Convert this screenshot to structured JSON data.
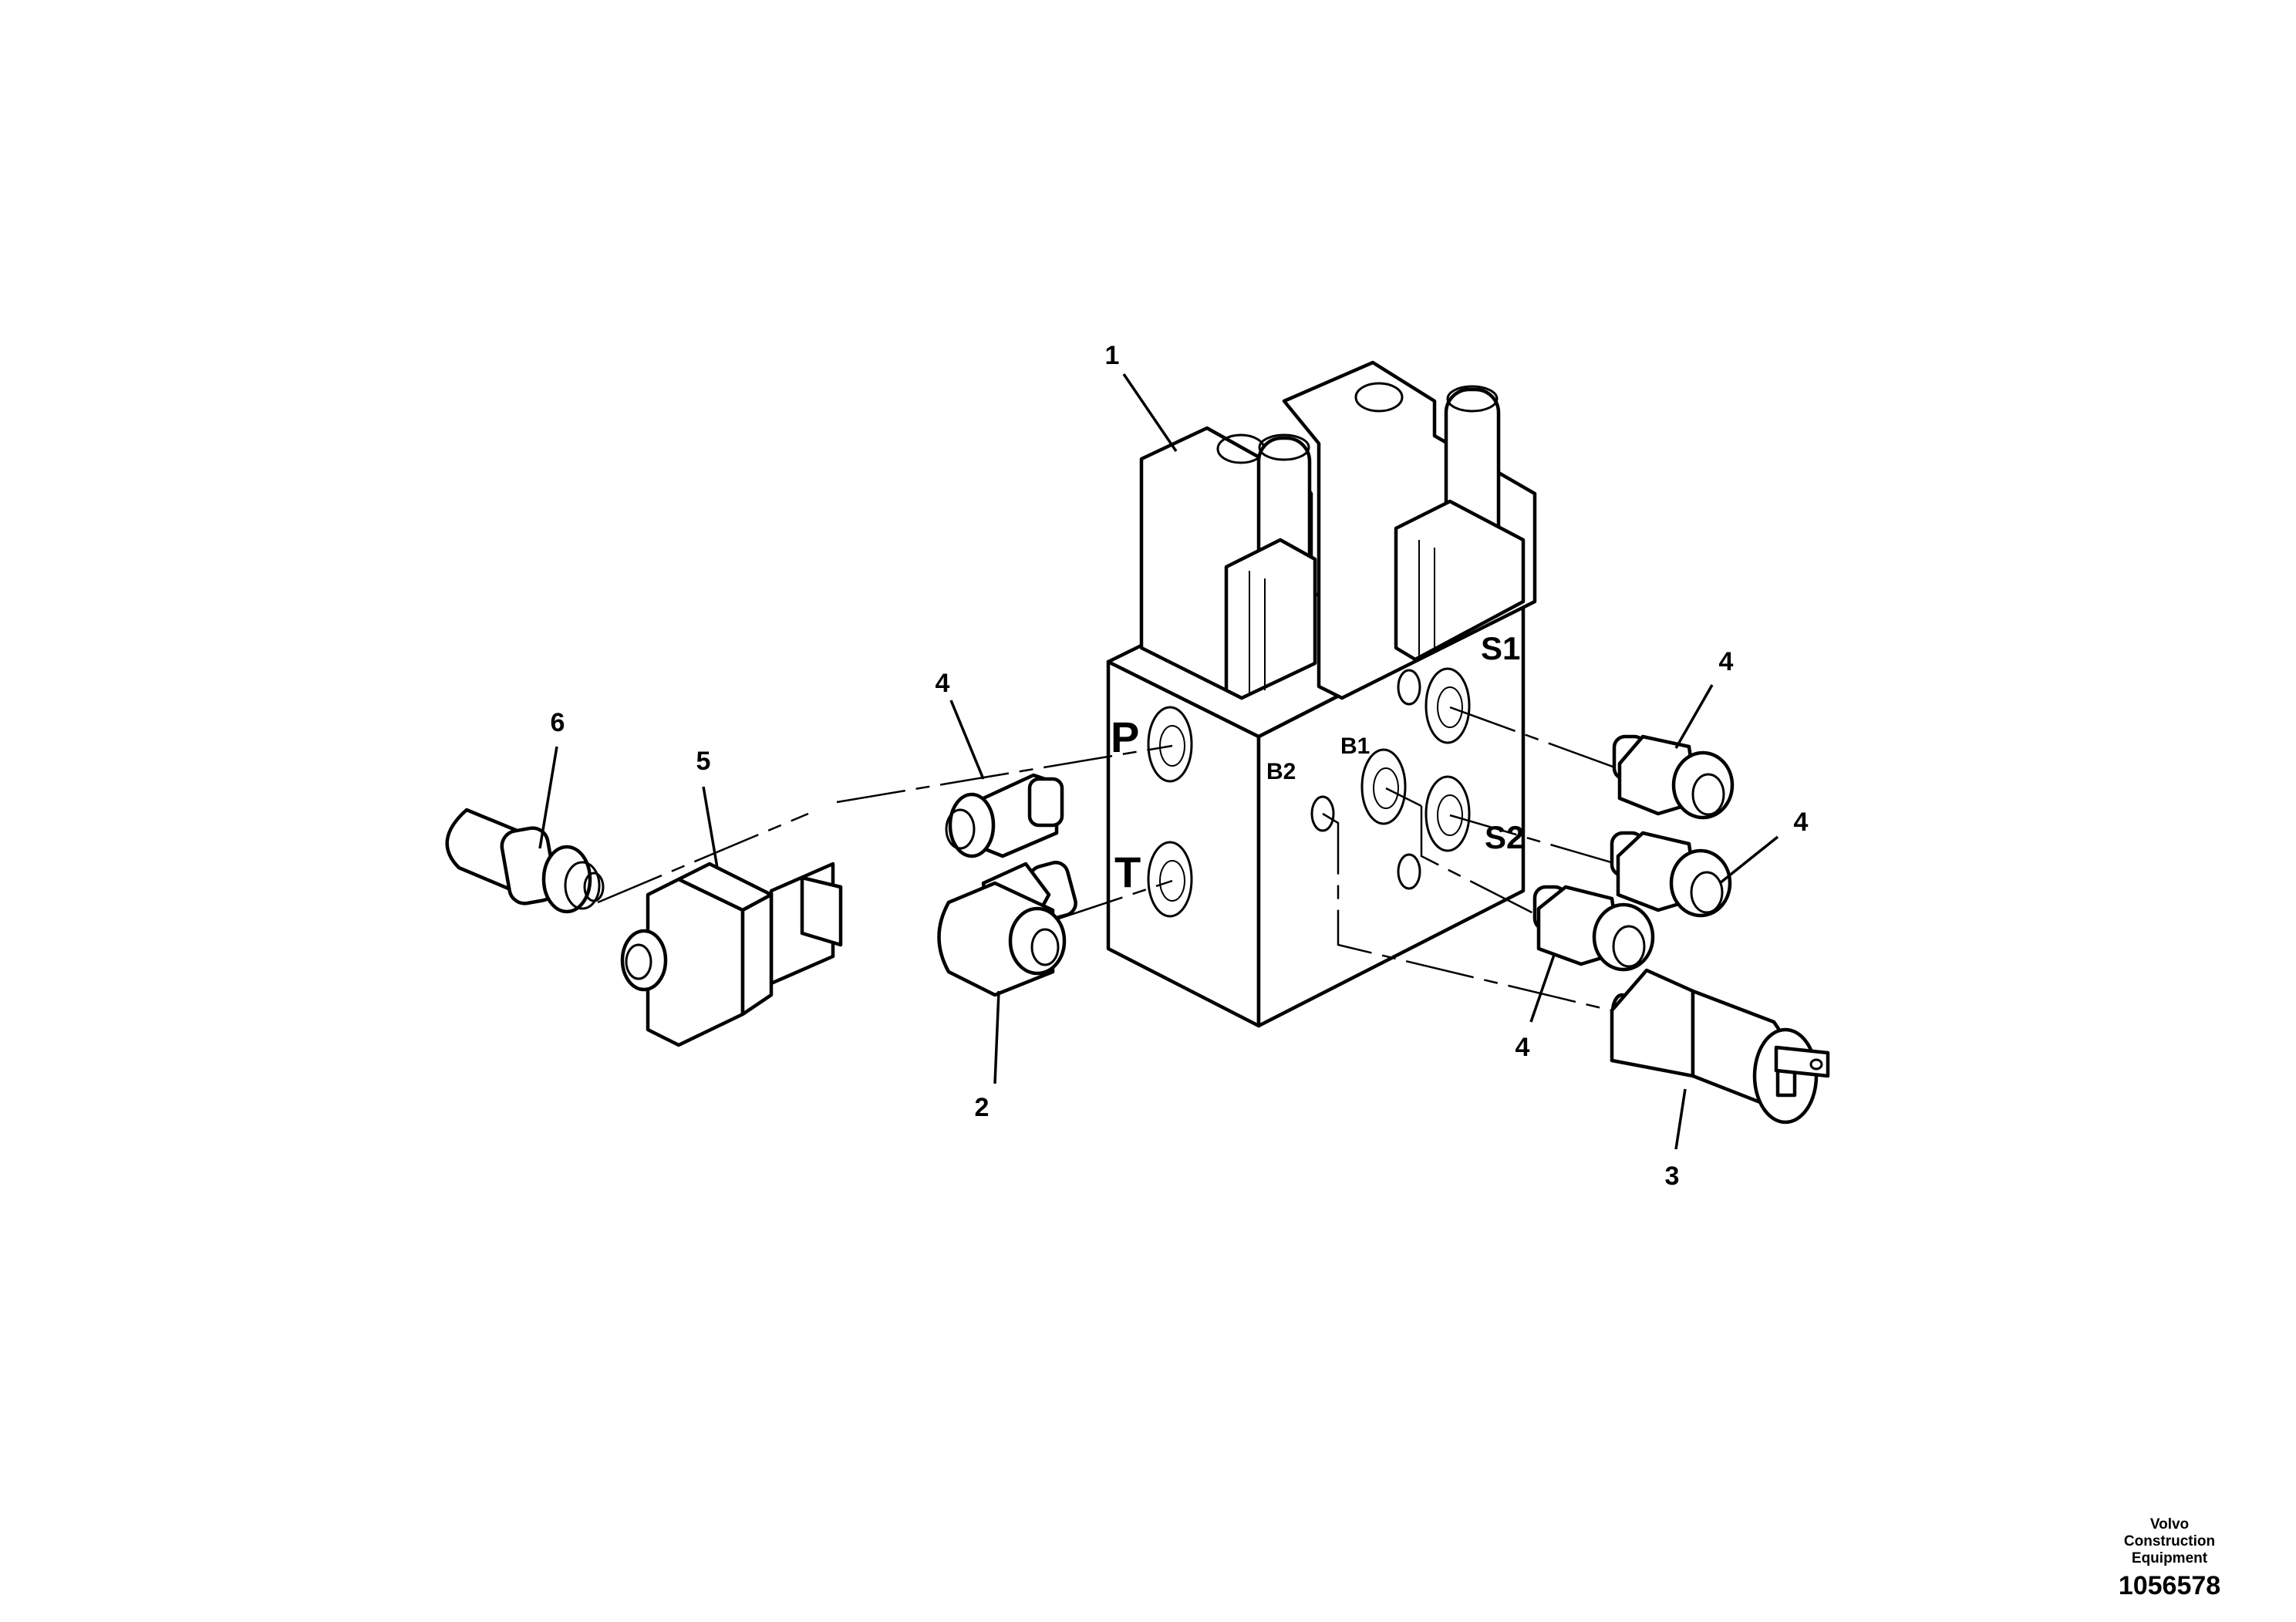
{
  "diagram": {
    "type": "exploded parts view",
    "subject": "Solenoid valve block assembly with fittings and pressure switch",
    "callouts": [
      {
        "id": "1",
        "label": "1",
        "part": "solenoid valve coils"
      },
      {
        "id": "2",
        "label": "2",
        "part": "elbow fitting (T port)"
      },
      {
        "id": "3",
        "label": "3",
        "part": "pressure switch (B2 port)"
      },
      {
        "id": "4a",
        "label": "4",
        "part": "nipple fitting (P port)"
      },
      {
        "id": "4b",
        "label": "4",
        "part": "nipple fitting (S1 port)"
      },
      {
        "id": "4c",
        "label": "4",
        "part": "nipple fitting (S2 port)"
      },
      {
        "id": "4d",
        "label": "4",
        "part": "nipple fitting (B1 port)"
      },
      {
        "id": "5",
        "label": "5",
        "part": "tee / block fitting"
      },
      {
        "id": "6",
        "label": "6",
        "part": "cap / plug"
      }
    ],
    "port_labels": {
      "p": "P",
      "t": "T",
      "s1": "S1",
      "s2": "S2",
      "b1": "B1",
      "b2": "B2"
    }
  },
  "credit": {
    "line1": "Volvo Construction",
    "line2": "Equipment",
    "number": "1056578"
  },
  "colors": {
    "background": "#ffffff",
    "line": "#000000"
  }
}
